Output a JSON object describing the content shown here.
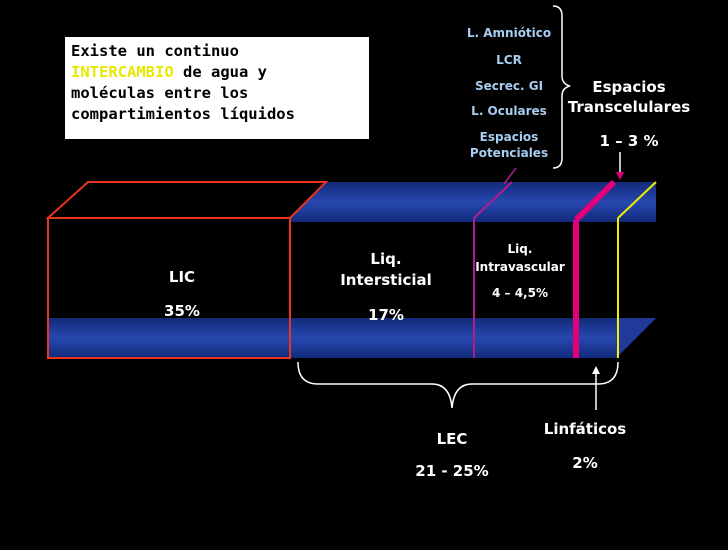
{
  "info_box": {
    "line1": "Existe un continuo",
    "highlight": "INTERCAMBIO",
    "line2_rest": " de agua y",
    "line3": "moléculas entre los",
    "line4": "compartimientos líquidos"
  },
  "transcellular_items": [
    "L. Amniótico",
    "LCR",
    "Secrec. GI",
    "L. Oculares",
    "Espacios",
    "Potenciales"
  ],
  "transcellular": {
    "title_line1": "Espacios",
    "title_line2": "Transcelulares",
    "percent": "1 – 3 %"
  },
  "lic": {
    "label": "LIC",
    "percent": "35%"
  },
  "interstitial": {
    "label_line1": "Liq.",
    "label_line2": "Intersticial",
    "percent": "17%"
  },
  "intravascular": {
    "label_line1": "Liq.",
    "label_line2": "Intravascular",
    "percent": "4 – 4,5%"
  },
  "lec": {
    "label": "LEC",
    "percent": "21 - 25%"
  },
  "lymphatics": {
    "label": "Linfáticos",
    "percent": "2%"
  },
  "colors": {
    "background": "#000000",
    "block_front": "#000000",
    "block_band": "#1f3a9a",
    "lic_border": "#e8351f",
    "intravascular_line": "#b01e8c",
    "lymph_line": "#e0007a",
    "transcellular_line": "#f0f000",
    "highlight_text": "#e8e800",
    "label_blue": "#a8cdf0"
  }
}
